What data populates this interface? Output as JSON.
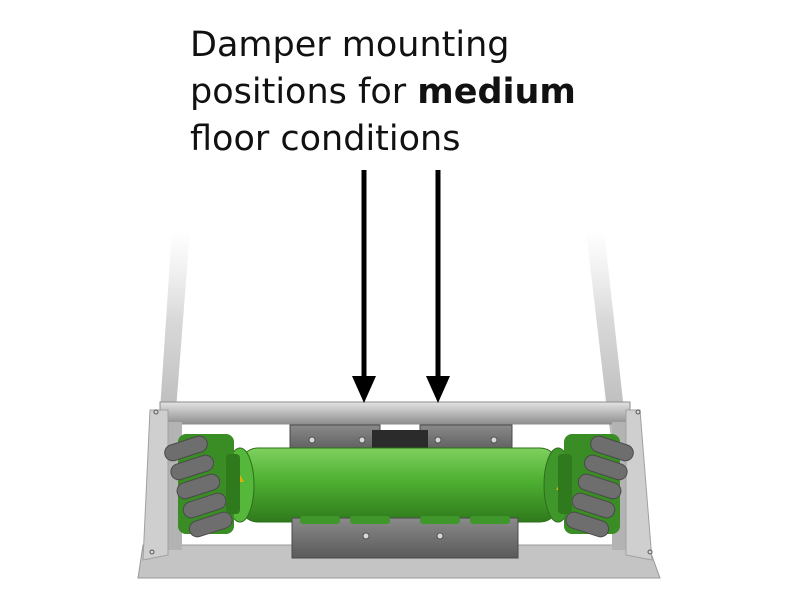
{
  "caption": {
    "line1": "Damper mounting",
    "line2_prefix": "positions for ",
    "line2_bold": "medium",
    "line3": "floor conditions"
  },
  "colors": {
    "frame": "#c2c2c2",
    "tube": "#49ad2e",
    "roller": "#6a6a6a",
    "plate": "#707070",
    "arrow": "#000000"
  },
  "icons": {
    "arrow": "down-arrow-icon",
    "wheel": "mecanum-wheel-icon"
  }
}
